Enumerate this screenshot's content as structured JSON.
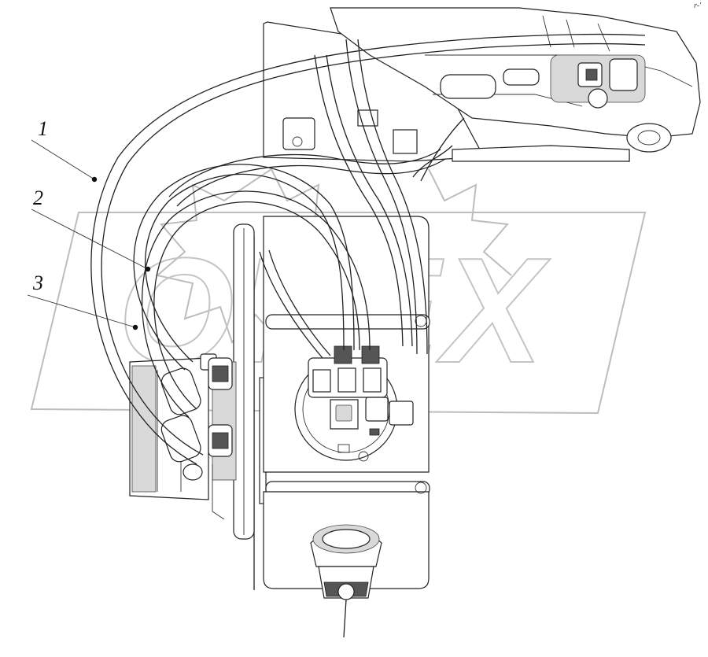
{
  "callouts": [
    {
      "number": "1"
    },
    {
      "number": "2"
    },
    {
      "number": "3"
    }
  ],
  "watermark": {
    "text": "OPEX"
  },
  "corner_mark": {
    "text": "r-'"
  },
  "colors": {
    "line": "#222222",
    "watermark": "#c4c4c4",
    "background": "#ffffff"
  }
}
